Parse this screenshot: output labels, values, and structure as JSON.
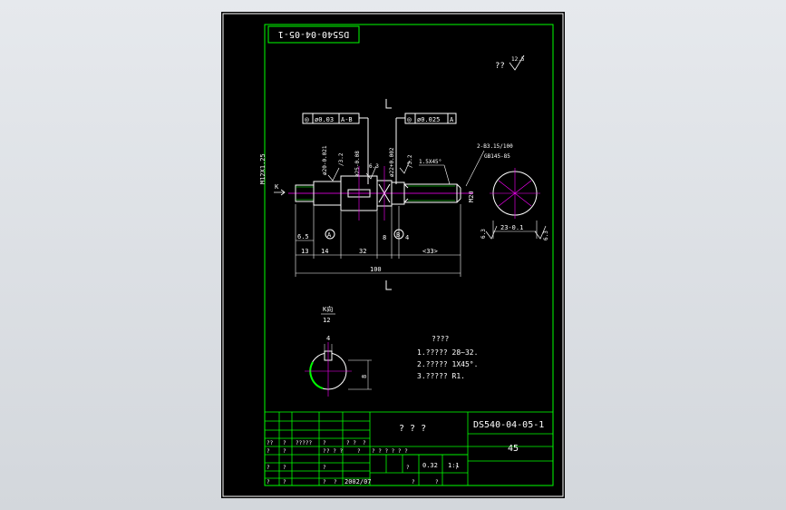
{
  "colors": {
    "border": "#00ff00",
    "line": "#ffffff",
    "center": "#ff00ff",
    "dim": "#ffffff",
    "hatch": "#00ff00",
    "background": "#000000"
  },
  "drawing": {
    "code_upside_down": "DS540-04-05-1",
    "roughness_corner": "??",
    "roughness_value": "12.5",
    "tol_left": {
      "value": "ø0.03",
      "datum": "A-B",
      "symbol": "◎"
    },
    "tol_right": {
      "value": "ø0.025",
      "datum": "A",
      "symbol": "◎"
    },
    "dim_m12": "M12X1.25",
    "dim_d20": "ø20-0.021",
    "dim_d25": "ø25-0.08",
    "dim_d22": "ø22+0.002",
    "dim_r32_a": "/3.2",
    "dim_r32_b": "/3.2",
    "dim_63": "6.3",
    "chamfer": "1.5X45°",
    "spline_1": "2-B3.15/100",
    "spline_2": "GB145-85",
    "dim_m20": "M20",
    "label_k": "K",
    "datum_a": "A",
    "datum_b": "B",
    "dim_65": "6.5",
    "dim_13": "13",
    "dim_14": "14",
    "dim_32": "32",
    "dim_8": "8",
    "dim_4": "4",
    "dim_33": "<33>",
    "dim_100": "100",
    "section_dim": "23-0.1",
    "section_r_a": "6.3",
    "section_r_b": "6.3",
    "kview_title": "K向",
    "kview_scale": "12",
    "kview_4": "4",
    "kview_8": "8"
  },
  "notes": {
    "title": "????",
    "items": [
      "1.?????  28~32.",
      "2.?????  1X45°.",
      "3.?????  R1."
    ]
  },
  "title_block": {
    "name": "? ? ?",
    "code": "DS540-04-05-1",
    "material": "45",
    "scale": "0.32",
    "sheet": "1:1",
    "date": "2002/07",
    "row1": [
      "??",
      "?",
      "?????",
      "?",
      "? ?",
      "?"
    ],
    "row2": [
      "?",
      "?",
      "?",
      "? ? ?",
      "?",
      "? ? ? ? ? ?"
    ],
    "row3": [
      "?",
      "?",
      "?",
      "?",
      "?"
    ],
    "row4": [
      "?",
      "?",
      "?",
      "?",
      "?",
      "?"
    ]
  }
}
